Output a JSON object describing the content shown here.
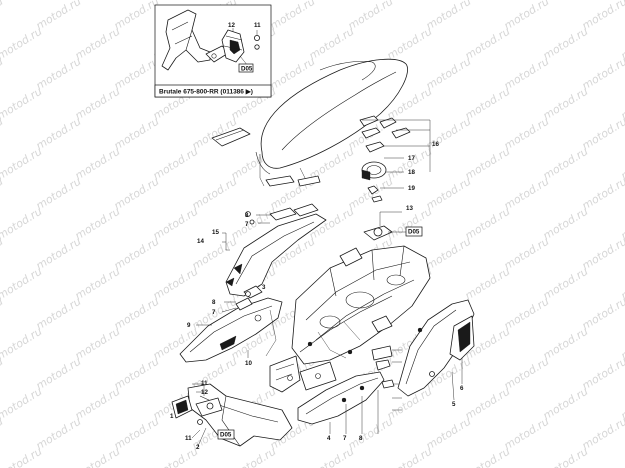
{
  "watermark": {
    "text": "motod.ru"
  },
  "inset": {
    "caption": "Brutale 675-800-RR (011386 ▶)",
    "callouts": [
      "12",
      "11",
      "D05"
    ]
  },
  "callouts": {
    "c16": "16",
    "c17": "17",
    "c18": "18",
    "c19": "19",
    "c13": "13",
    "cD05a": "D05",
    "c8a": "8",
    "c7a": "7",
    "c15": "15",
    "c14": "14",
    "c3": "3",
    "c8b": "8",
    "c7b": "7",
    "c9": "9",
    "c10": "10",
    "c11a": "11",
    "c12": "12",
    "c1": "1",
    "c11b": "11",
    "c2": "2",
    "cD05b": "D05",
    "c4": "4",
    "c7c": "7",
    "c8c": "8",
    "c6": "6",
    "c5": "5"
  },
  "colors": {
    "line": "#1a1a1a",
    "watermark": "#d7d7d7",
    "background": "#ffffff"
  }
}
